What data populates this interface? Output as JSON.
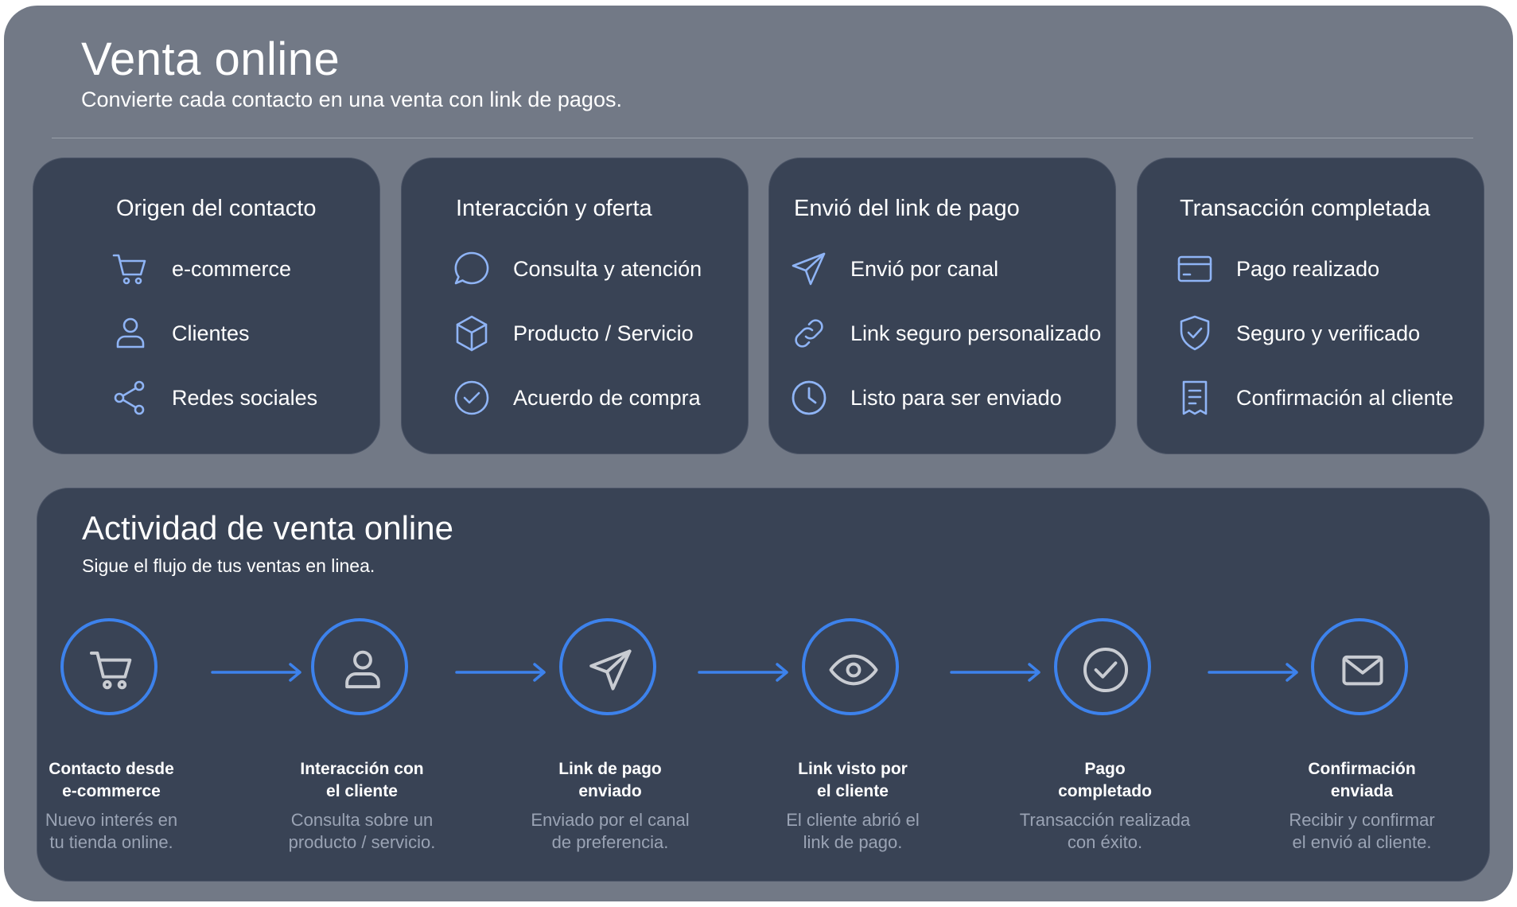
{
  "header": {
    "title": "Venta online",
    "subtitle": "Convierte cada contacto en una venta con link de pagos."
  },
  "cards": [
    {
      "title": "Origen del contacto",
      "items": [
        {
          "icon": "cart-icon",
          "label": "e-commerce"
        },
        {
          "icon": "user-icon",
          "label": "Clientes"
        },
        {
          "icon": "share-icon",
          "label": "Redes sociales"
        }
      ]
    },
    {
      "title": "Interacción y oferta",
      "items": [
        {
          "icon": "chat-bubble-icon",
          "label": "Consulta y atención"
        },
        {
          "icon": "box-icon",
          "label": "Producto / Servicio"
        },
        {
          "icon": "check-circle-icon",
          "label": "Acuerdo de compra"
        }
      ]
    },
    {
      "title": "Envió del link de pago",
      "items": [
        {
          "icon": "paper-plane-icon",
          "label": "Envió por canal"
        },
        {
          "icon": "link-icon",
          "label": "Link seguro personalizado"
        },
        {
          "icon": "clock-icon",
          "label": "Listo para ser enviado"
        }
      ]
    },
    {
      "title": "Transacción completada",
      "items": [
        {
          "icon": "credit-card-icon",
          "label": "Pago realizado"
        },
        {
          "icon": "shield-check-icon",
          "label": "Seguro y verificado"
        },
        {
          "icon": "receipt-icon",
          "label": "Confirmación al cliente"
        }
      ]
    }
  ],
  "activity": {
    "title": "Actividad de venta online",
    "subtitle": "Sigue el flujo de tus ventas en linea.",
    "steps": [
      {
        "icon": "cart-icon",
        "label_1": "Contacto desde",
        "label_2": "e-commerce",
        "desc_1": "Nuevo interés en",
        "desc_2": "tu tienda online."
      },
      {
        "icon": "user-icon",
        "label_1": "Interacción con",
        "label_2": "el cliente",
        "desc_1": "Consulta sobre un",
        "desc_2": "producto / servicio."
      },
      {
        "icon": "paper-plane-icon",
        "label_1": "Link de pago",
        "label_2": "enviado",
        "desc_1": "Enviado por el canal",
        "desc_2": "de preferencia."
      },
      {
        "icon": "eye-icon",
        "label_1": "Link visto por",
        "label_2": "el cliente",
        "desc_1": "El cliente abrió el",
        "desc_2": "link de pago."
      },
      {
        "icon": "check-circle-icon",
        "label_1": "Pago",
        "label_2": "completado",
        "desc_1": "Transacción realizada",
        "desc_2": "con éxito."
      },
      {
        "icon": "envelope-icon",
        "label_1": "Confirmación",
        "label_2": "enviada",
        "desc_1": "Recibir y confirmar",
        "desc_2": "el envió al cliente."
      }
    ]
  },
  "colors": {
    "frame": "#727986",
    "card": "#394355",
    "accent": "#3d82ec",
    "icon": "#8fb4f5",
    "muted_text": "#9aa3b4"
  }
}
